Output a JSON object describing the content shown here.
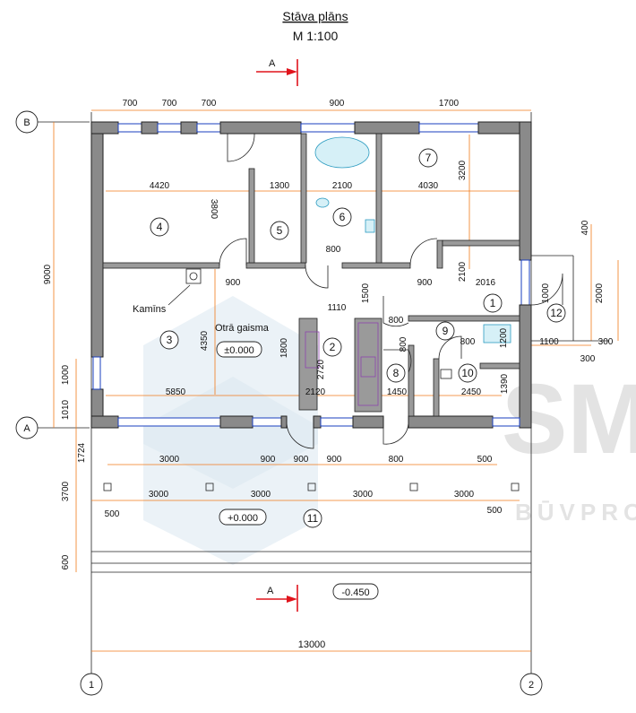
{
  "title": {
    "line1": "Stāva plāns",
    "line2": "M  1:100"
  },
  "section_marker": "A",
  "axes": {
    "B": "B",
    "A": "A",
    "one": "1",
    "two": "2"
  },
  "top_dims": [
    "700",
    "700",
    "700",
    "900",
    "1700"
  ],
  "left_dims": {
    "total": "9000",
    "d1000": "1000",
    "d1010": "1010",
    "d1724": "1724",
    "d3700": "3700",
    "d600": "600"
  },
  "inner_dims": {
    "r4w": "4420",
    "r4h": "3800",
    "r5w": "1300",
    "r6w": "2100",
    "r7w": "4030",
    "r7h": "3200",
    "d800a": "800",
    "d900a": "900",
    "d900b": "900",
    "d2100": "2100",
    "d2016": "2016",
    "d1500": "1500",
    "d1110": "1110",
    "d800b": "800",
    "d800c": "800",
    "d800d": "800",
    "d1200": "1200",
    "d1000": "1000",
    "d1100": "1100",
    "d300a": "300",
    "d300b": "300",
    "d400": "400",
    "d2000": "2000",
    "d4350": "4350",
    "d1800": "1800",
    "d2720": "2720",
    "d1450": "1450",
    "d2450": "2450",
    "d1390": "1390",
    "d5850": "5850",
    "d2120": "2120"
  },
  "bottom_dims": {
    "row1": [
      "3000",
      "900",
      "900",
      "900",
      "800",
      "500"
    ],
    "row2": [
      "3000",
      "3000",
      "3000",
      "3000"
    ],
    "d500l": "500",
    "d500r": "500",
    "total": "13000"
  },
  "rooms": [
    "1",
    "2",
    "3",
    "4",
    "5",
    "6",
    "7",
    "8",
    "9",
    "10",
    "11",
    "12"
  ],
  "labels": {
    "kamins": "Kamīns",
    "otra_gaisma": "Otrā gaisma",
    "level_interior": "±0.000",
    "level_terrace": "+0.000",
    "level_ground": "-0.450"
  },
  "watermark": {
    "logo": "SM",
    "text": "BŪVPROJ"
  },
  "colors": {
    "dimension": "#f07a1a",
    "window": "#1a3fbf",
    "section_arrow": "#e0141c",
    "wall": "#8a8a8a"
  }
}
